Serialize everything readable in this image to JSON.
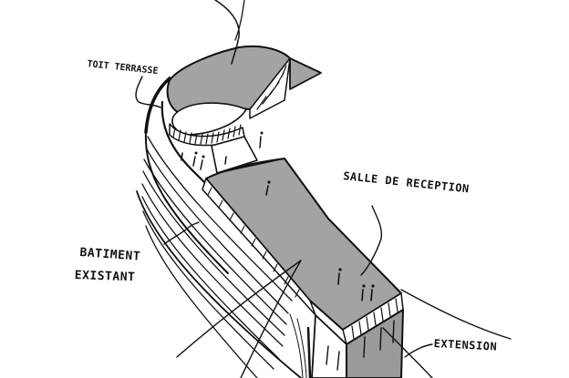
{
  "labels": {
    "toit_terrasse": "TOIT TERRASSE",
    "salle_de_reception": "SALLE DE RECEPTION",
    "batiment": "BATIMENT",
    "existant": "EXISTANT",
    "extension": "EXTENSION"
  },
  "colors": {
    "ink": "#111111",
    "roof_fill": "#a3a3a3",
    "extension_fill": "#9a9a9a",
    "background": "#ffffff"
  }
}
